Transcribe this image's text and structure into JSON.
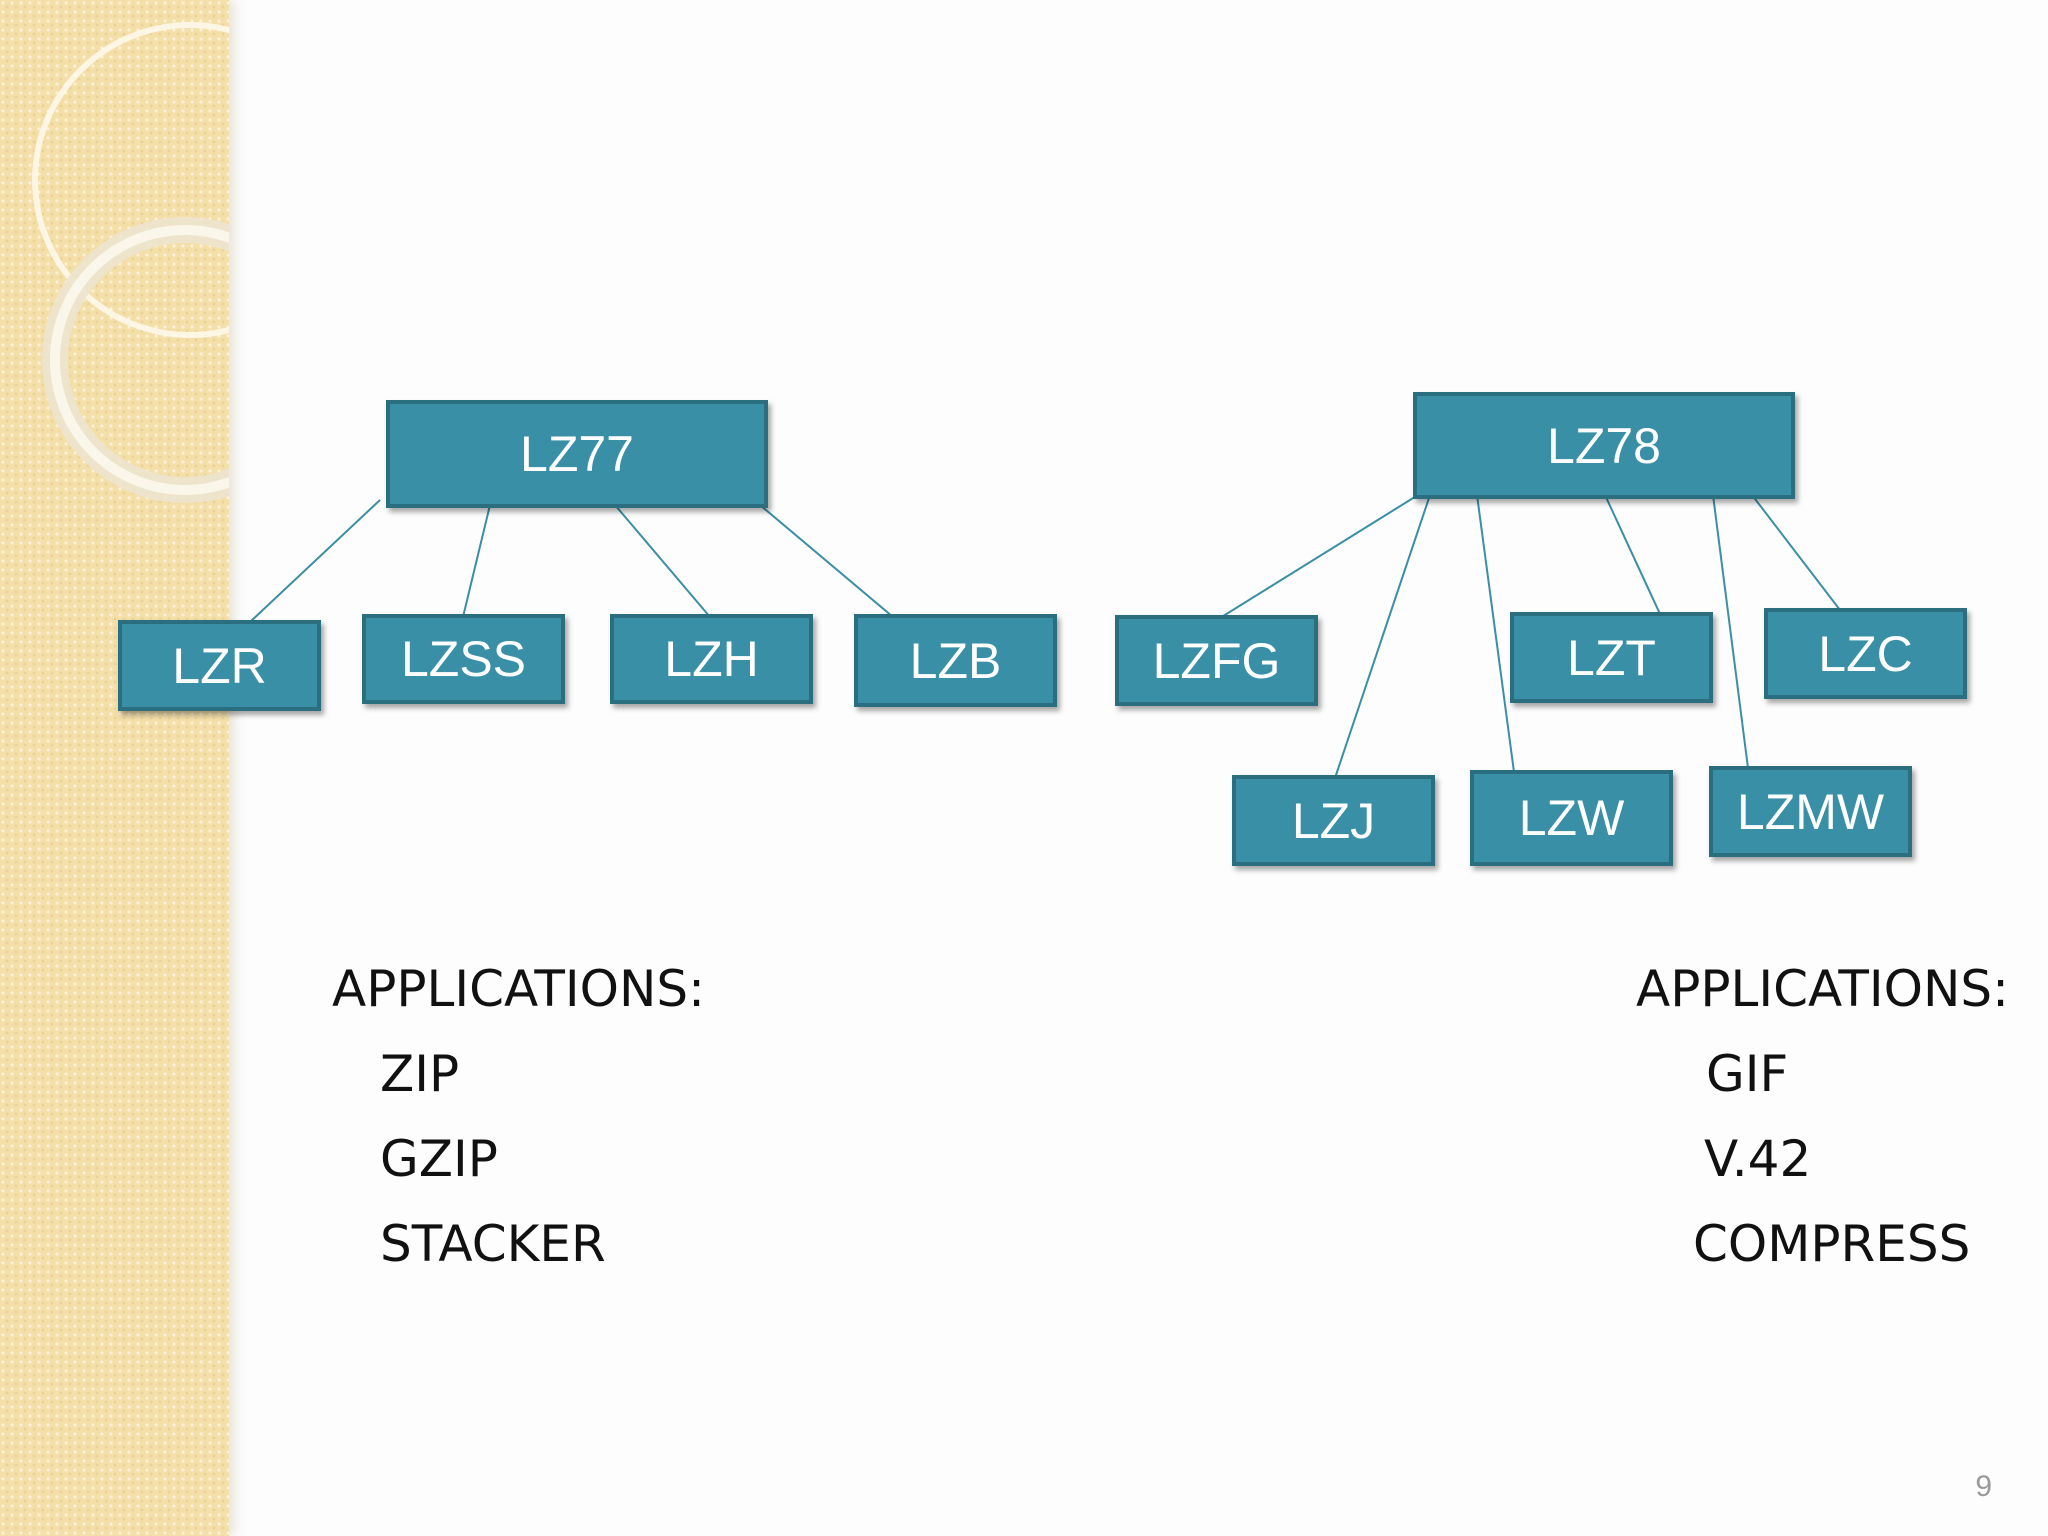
{
  "diagram": {
    "roots": [
      {
        "label": "LZ77",
        "children": [
          "LZR",
          "LZSS",
          "LZH",
          "LZB"
        ]
      },
      {
        "label": "LZ78",
        "children": [
          "LZFG",
          "LZJ",
          "LZW",
          "LZT",
          "LZMW",
          "LZC"
        ]
      }
    ],
    "lz77": {
      "label": "LZ77",
      "children": {
        "lzr": "LZR",
        "lzss": "LZSS",
        "lzh": "LZH",
        "lzb": "LZB"
      }
    },
    "lz78": {
      "label": "LZ78",
      "children": {
        "lzfg": "LZFG",
        "lzj": "LZJ",
        "lzw": "LZW",
        "lzt": "LZT",
        "lzmw": "LZMW",
        "lzc": "LZC"
      }
    },
    "colors": {
      "node_fill": "#398fa6",
      "node_border": "#2b6e80",
      "connector": "#3a8ea6",
      "node_text": "#ffffff"
    }
  },
  "applications_left": {
    "heading": "APPLICATIONS:",
    "items": [
      "ZIP",
      "GZIP",
      "STACKER"
    ]
  },
  "applications_right": {
    "heading": "APPLICATIONS:",
    "items": [
      "GIF",
      "V.42",
      "COMPRESS"
    ]
  },
  "page_number": "9",
  "theme": {
    "band_color": "#f4dfa8"
  }
}
